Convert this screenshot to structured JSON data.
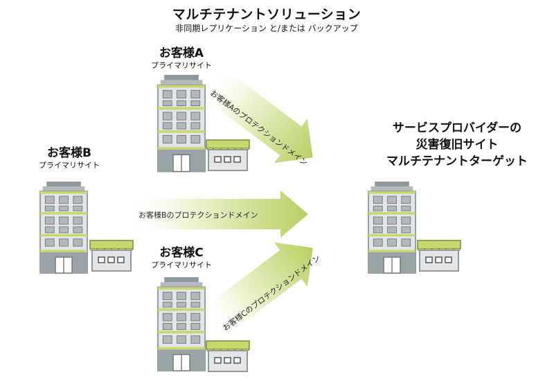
{
  "header": {
    "title": "マルチテナントソリューション",
    "subtitle": "非同期レプリケーション と/または バックアップ"
  },
  "customers": {
    "a": {
      "name": "お客様A",
      "role": "プライマリサイト",
      "arrow_label": "お客様Aのプロテクションドメイン"
    },
    "b": {
      "name": "お客様B",
      "role": "プライマリサイト",
      "arrow_label": "お客様Bのプロテクションドメイン"
    },
    "c": {
      "name": "お客様C",
      "role": "プライマリサイト",
      "arrow_label": "お客様Cのプロテクションドメイン"
    }
  },
  "target": {
    "line1": "サービスプロバイダーの",
    "line2": "災害復旧サイト",
    "line3": "マルチテナントターゲット"
  },
  "colors": {
    "accent_green": "#c5d96f",
    "arrow_green": "#b9d26a",
    "building_gray": "#9aa3a8",
    "window_gray": "#aeb5b9"
  }
}
